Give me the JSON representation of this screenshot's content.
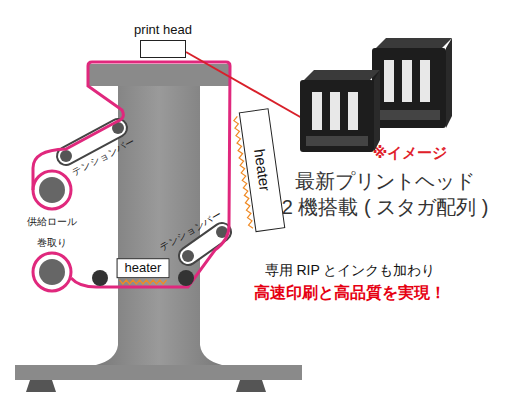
{
  "diagram": {
    "nodes": [
      {
        "text": [
          "print head"
        ]
      },
      {
        "text": [
          "heater"
        ]
      },
      {
        "text": [
          "heater"
        ]
      }
    ],
    "labels": [
      "テンションバー",
      "供給ロール",
      "巻取り",
      "テンションバー",
      "※イメージ",
      "最新プリントヘッド",
      "2 機搭載 ( スタガ配列 )",
      "専用 RIP とインクも加わり",
      "高速印刷と高品質を実現！"
    ]
  }
}
